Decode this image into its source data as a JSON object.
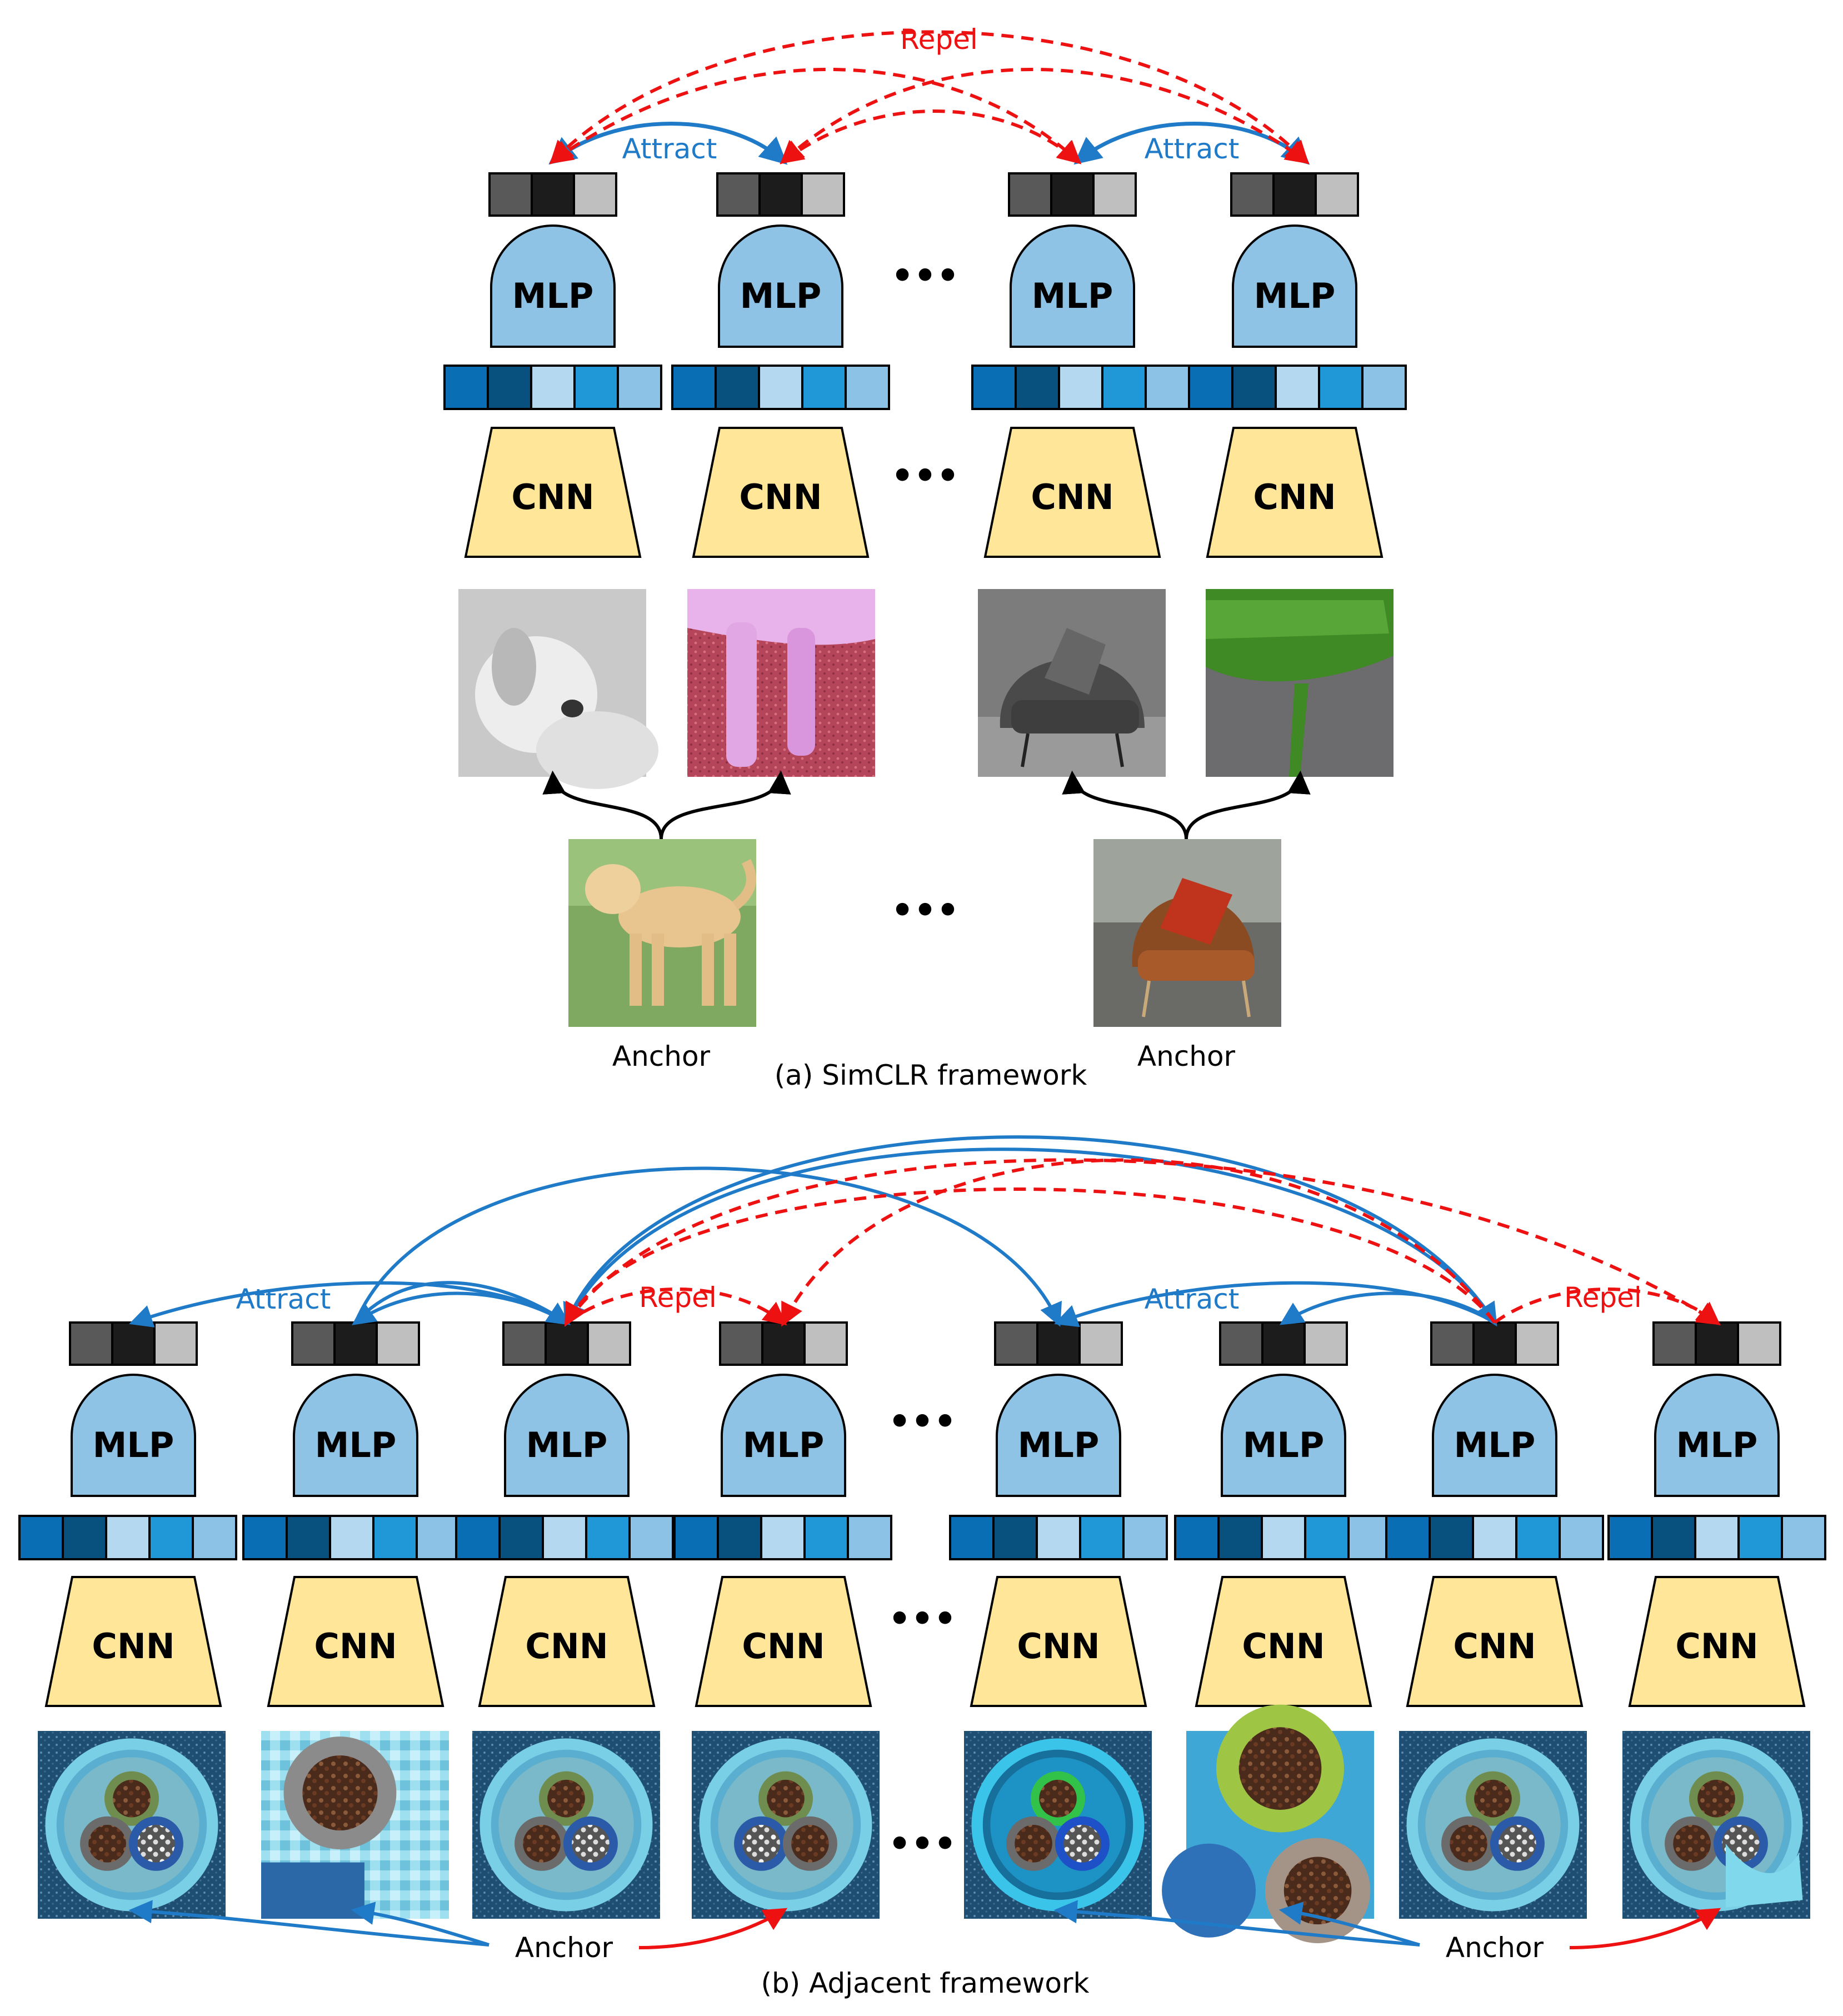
{
  "colors": {
    "mlp_fill": "#8fc3e6",
    "cnn_fill": "#ffe699",
    "attract": "#1f7ac8",
    "repel": "#ee1111",
    "anchor_arrow_black": "#000000",
    "feature_blues": [
      "#0a6eb4",
      "#08507e",
      "#b5d8f1",
      "#2097d6",
      "#8cc2e6"
    ],
    "embedding_grays": [
      "#595959",
      "#1c1c1c",
      "#bfbfbf"
    ]
  },
  "blocks": {
    "mlp": "MLP",
    "cnn": "CNN"
  },
  "ellipsis": "•••",
  "panel_a": {
    "caption": "(a) SimCLR framework",
    "attract_label": "Attract",
    "repel_label": "Repel",
    "anchor_label": "Anchor",
    "images": {
      "views": [
        "dog-grayscale-crop",
        "dog-pink-leg-crop",
        "chair-grayscale-crop",
        "chair-green-crop"
      ],
      "anchors": [
        "dog-anchor-photo",
        "chair-anchor-photo"
      ]
    }
  },
  "panel_b": {
    "caption": "(b) Adjacent framework",
    "attract_label": "Attract",
    "repel_label": "Repel",
    "anchor_label": "Anchor",
    "images": [
      "cable-cross-section",
      "cable-zoom-crop",
      "cable-cross-section",
      "cable-cross-section",
      "cable-cross-section-saturated",
      "cable-pixelated-crop",
      "cable-cross-section",
      "cable-cross-section-dented"
    ]
  }
}
